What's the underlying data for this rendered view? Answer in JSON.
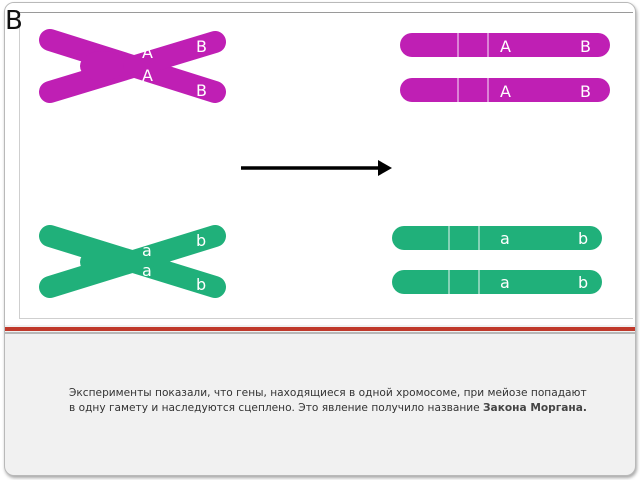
{
  "slide": {
    "corner_letter": "B",
    "caption_text": "Эксперименты показали, что гены, находящиеся в одной хромосоме, при мейозе попадают в одну гамету и наследуются сцеплено. Это явление получило название ",
    "caption_bold": "Закона Моргана."
  },
  "chromosomes": {
    "purple_cross": {
      "gene_upper_mid": "A",
      "gene_upper_end": "B",
      "gene_lower_mid": "A",
      "gene_lower_end": "B"
    },
    "purple_rods": [
      {
        "gene_a": "A",
        "gene_b": "B"
      },
      {
        "gene_a": "A",
        "gene_b": "B"
      }
    ],
    "green_cross": {
      "gene_upper_mid": "a",
      "gene_upper_end": "b",
      "gene_lower_mid": "a",
      "gene_lower_end": "b"
    },
    "green_rods": [
      {
        "gene_a": "a",
        "gene_b": "b"
      },
      {
        "gene_a": "a",
        "gene_b": "b"
      }
    ]
  },
  "colors": {
    "purple": "#bf1fb4",
    "green": "#20b07a",
    "arrow": "#000000",
    "accent_bar": "#c0392b"
  }
}
